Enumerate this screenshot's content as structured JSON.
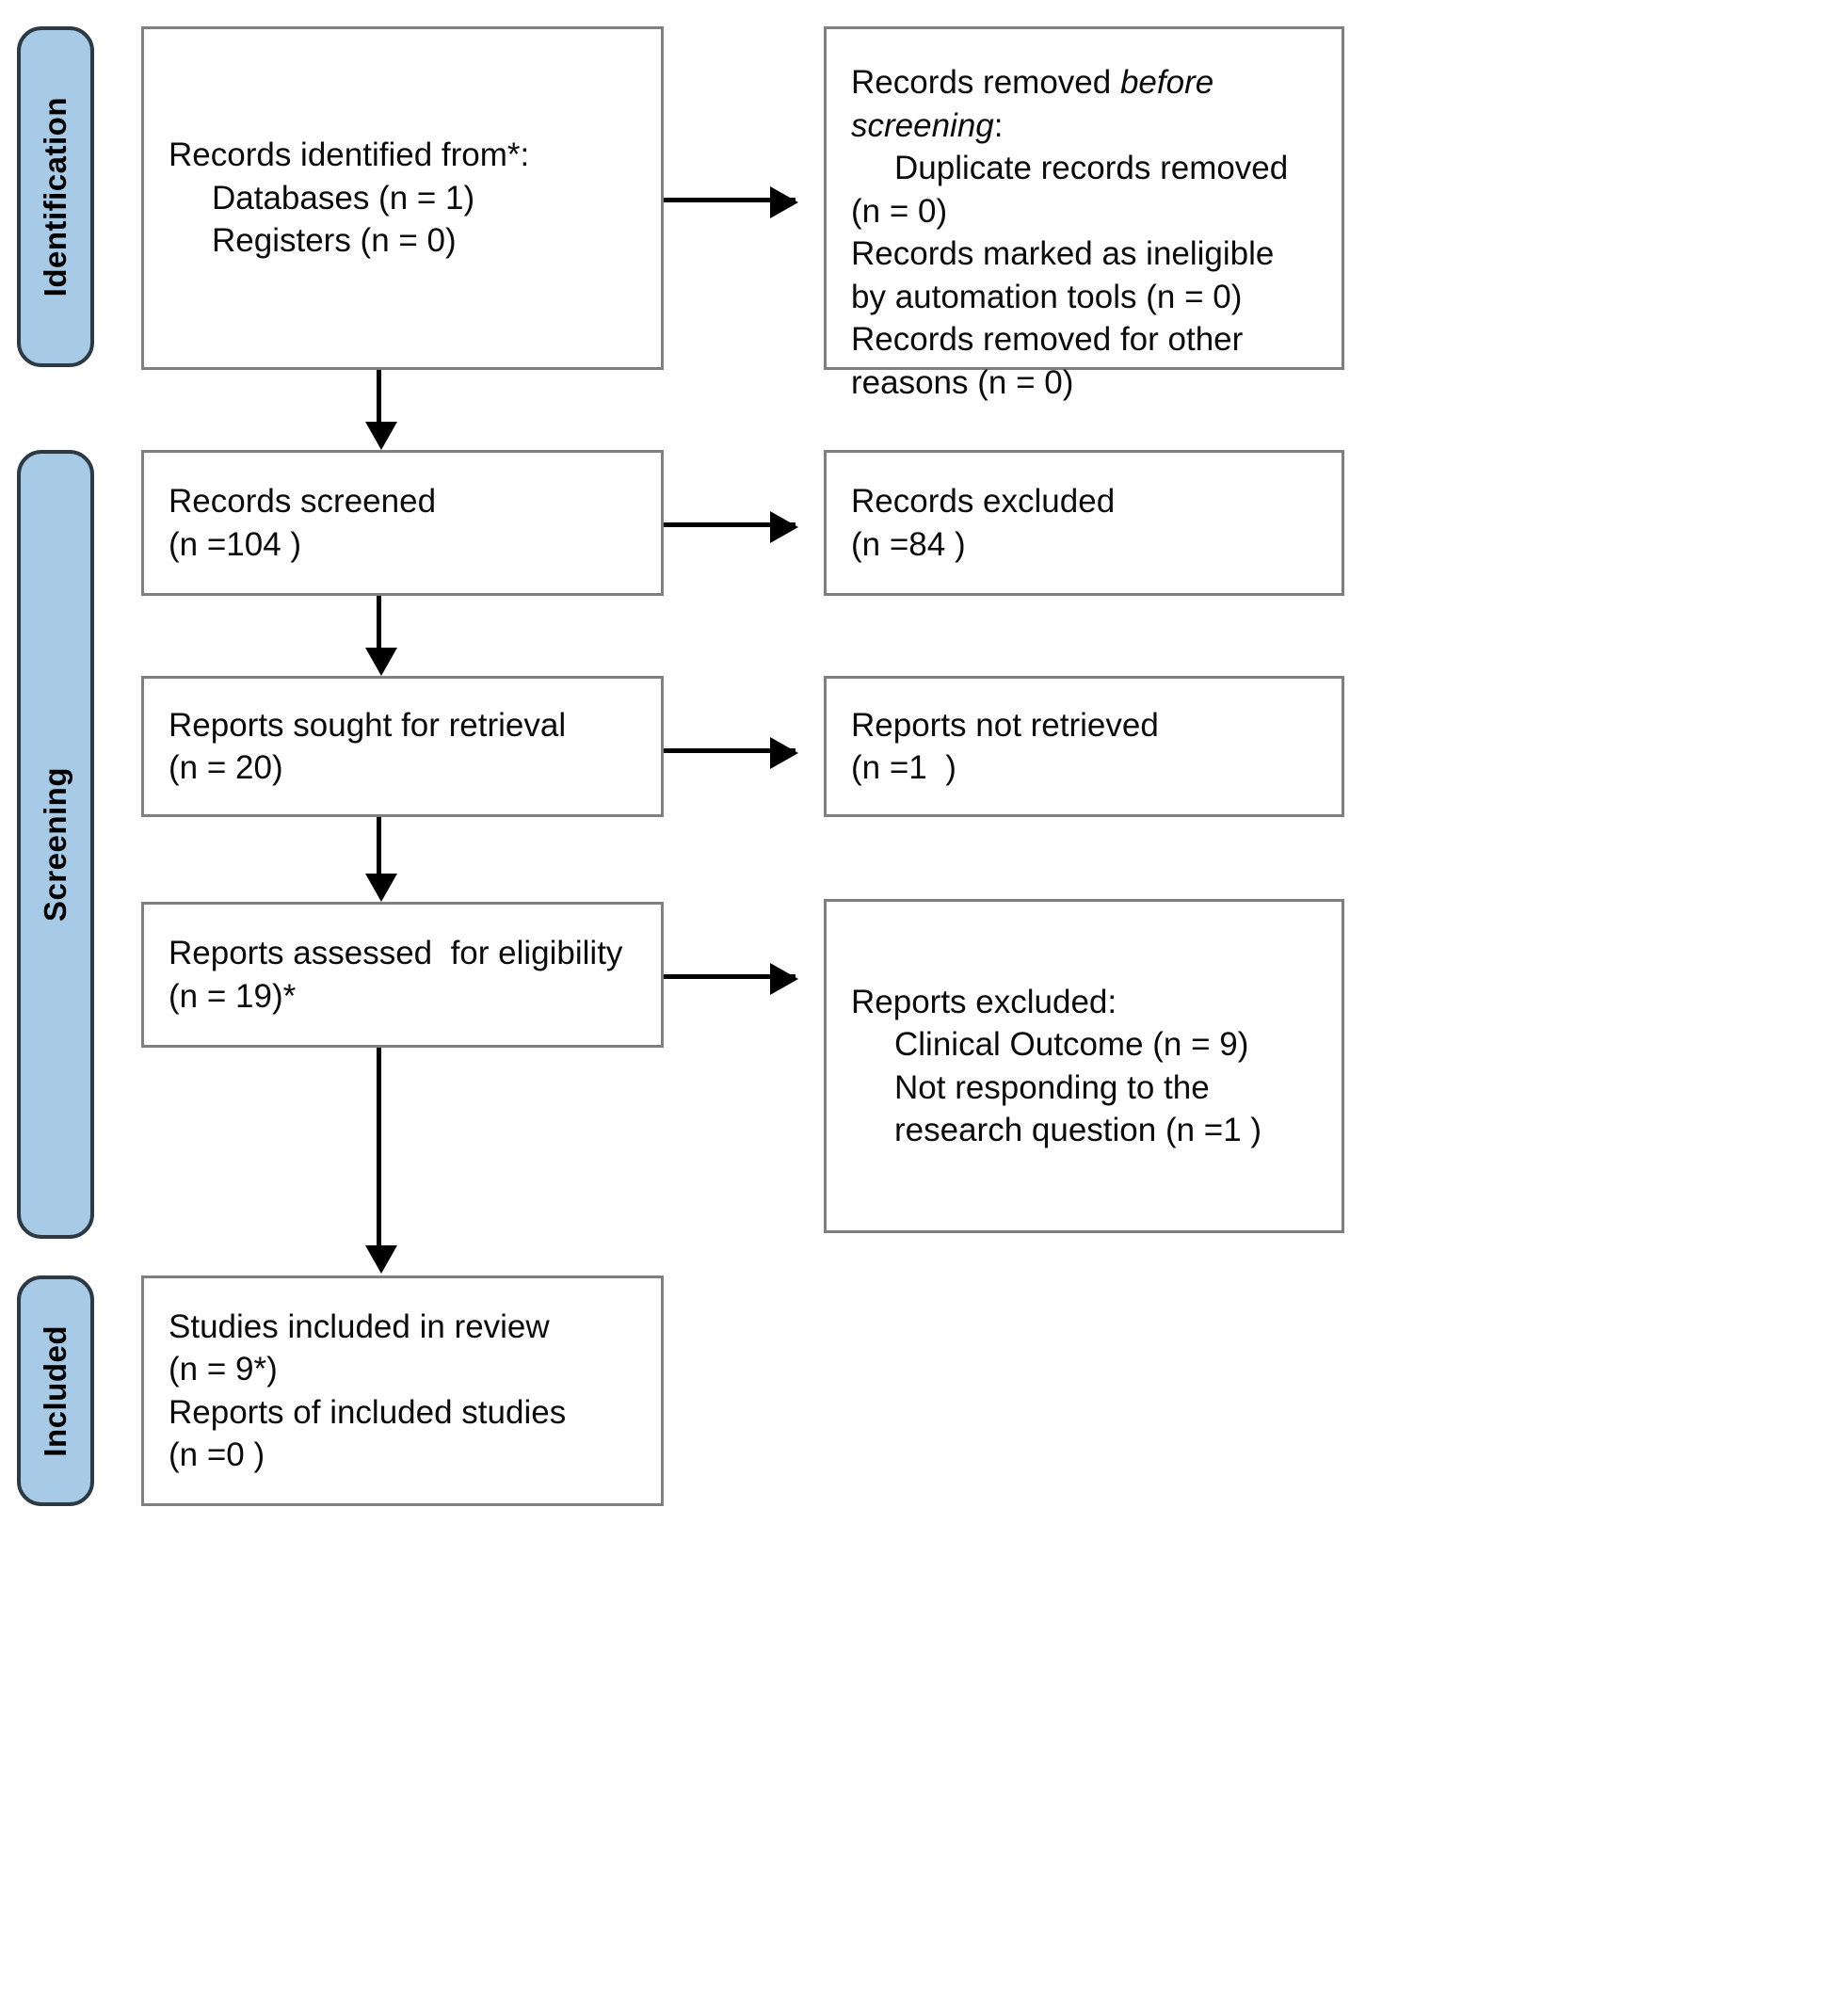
{
  "diagram": {
    "title": "PRISMA 2020 flow diagram",
    "colors": {
      "phase_fill": "#a7cbe7",
      "phase_border": "#2d3a44",
      "box_border": "#7f7f7f",
      "arrow": "#000000",
      "text": "#0b0b0b",
      "background": "#ffffff"
    }
  },
  "phases": [
    {
      "id": "identification",
      "label": "Identification"
    },
    {
      "id": "screening",
      "label": "Screening"
    },
    {
      "id": "included",
      "label": "Included"
    }
  ],
  "boxes": {
    "records_identified": {
      "id": "records-identified",
      "line1": "Records identified from*:",
      "line2": "Databases (n = 1)",
      "line3": "Registers (n = 0)"
    },
    "records_removed": {
      "id": "records-removed-before-screening",
      "line1_a": "Records removed ",
      "line1_b": "before",
      "line2_b": "screening",
      "line2_c": ":",
      "line3": "Duplicate records removed",
      "line4": "(n = 0)",
      "line5": "Records marked as ineligible",
      "line6": "by automation tools (n = 0)",
      "line7": "Records removed for other",
      "line8": "reasons (n = 0)"
    },
    "records_screened": {
      "id": "records-screened",
      "line1": "Records screened",
      "line2": "(n =104 )"
    },
    "records_excluded": {
      "id": "records-excluded",
      "line1": "Records excluded",
      "line2": "(n =84 )"
    },
    "reports_sought": {
      "id": "reports-sought-for-retrieval",
      "line1": "Reports sought for retrieval",
      "line2": "(n = 20)"
    },
    "reports_not_retrieved": {
      "id": "reports-not-retrieved",
      "line1": "Reports not retrieved",
      "line2": "(n =1  )"
    },
    "reports_assessed": {
      "id": "reports-assessed-for-eligibility",
      "line1": "Reports assessed  for eligibility",
      "line2": "(n = 19)*"
    },
    "reports_excluded": {
      "id": "reports-excluded",
      "line1": "Reports excluded:",
      "line2": "Clinical Outcome (n = 9)",
      "line3": "Not responding to the",
      "line4": "research question (n =1 )"
    },
    "studies_included": {
      "id": "studies-included-in-review",
      "line1": "Studies included in review",
      "line2": "(n = 9*)",
      "line3": "Reports of included studies",
      "line4": "(n =0 )"
    }
  },
  "chart_data": {
    "type": "diagram",
    "title": "PRISMA 2020 flow diagram",
    "nodes": [
      {
        "id": "records-identified",
        "phase": "Identification",
        "label": "Records identified from*: Databases (n = 1) Registers (n = 0)",
        "counts": {
          "databases": 1,
          "registers": 0
        }
      },
      {
        "id": "records-removed-before-screening",
        "phase": "Identification",
        "label": "Records removed before screening",
        "counts": {
          "duplicate_records_removed": 0,
          "marked_ineligible_by_automation_tools": 0,
          "removed_for_other_reasons": 0
        }
      },
      {
        "id": "records-screened",
        "phase": "Screening",
        "label": "Records screened",
        "counts": {
          "n": 104
        }
      },
      {
        "id": "records-excluded",
        "phase": "Screening",
        "label": "Records excluded",
        "counts": {
          "n": 84
        }
      },
      {
        "id": "reports-sought-for-retrieval",
        "phase": "Screening",
        "label": "Reports sought for retrieval",
        "counts": {
          "n": 20
        }
      },
      {
        "id": "reports-not-retrieved",
        "phase": "Screening",
        "label": "Reports not retrieved",
        "counts": {
          "n": 1
        }
      },
      {
        "id": "reports-assessed-for-eligibility",
        "phase": "Screening",
        "label": "Reports assessed for eligibility",
        "counts": {
          "n": 19
        }
      },
      {
        "id": "reports-excluded",
        "phase": "Screening",
        "label": "Reports excluded",
        "counts": {
          "clinical_outcome": 9,
          "not_responding_to_the_research_question": 1
        }
      },
      {
        "id": "studies-included-in-review",
        "phase": "Included",
        "label": "Studies included in review",
        "counts": {
          "studies": 9,
          "reports_of_included_studies": 0
        }
      }
    ],
    "edges": [
      {
        "from": "records-identified",
        "to": "records-removed-before-screening",
        "direction": "right"
      },
      {
        "from": "records-identified",
        "to": "records-screened",
        "direction": "down"
      },
      {
        "from": "records-screened",
        "to": "records-excluded",
        "direction": "right"
      },
      {
        "from": "records-screened",
        "to": "reports-sought-for-retrieval",
        "direction": "down"
      },
      {
        "from": "reports-sought-for-retrieval",
        "to": "reports-not-retrieved",
        "direction": "right"
      },
      {
        "from": "reports-sought-for-retrieval",
        "to": "reports-assessed-for-eligibility",
        "direction": "down"
      },
      {
        "from": "reports-assessed-for-eligibility",
        "to": "reports-excluded",
        "direction": "right"
      },
      {
        "from": "reports-assessed-for-eligibility",
        "to": "studies-included-in-review",
        "direction": "down"
      }
    ]
  }
}
